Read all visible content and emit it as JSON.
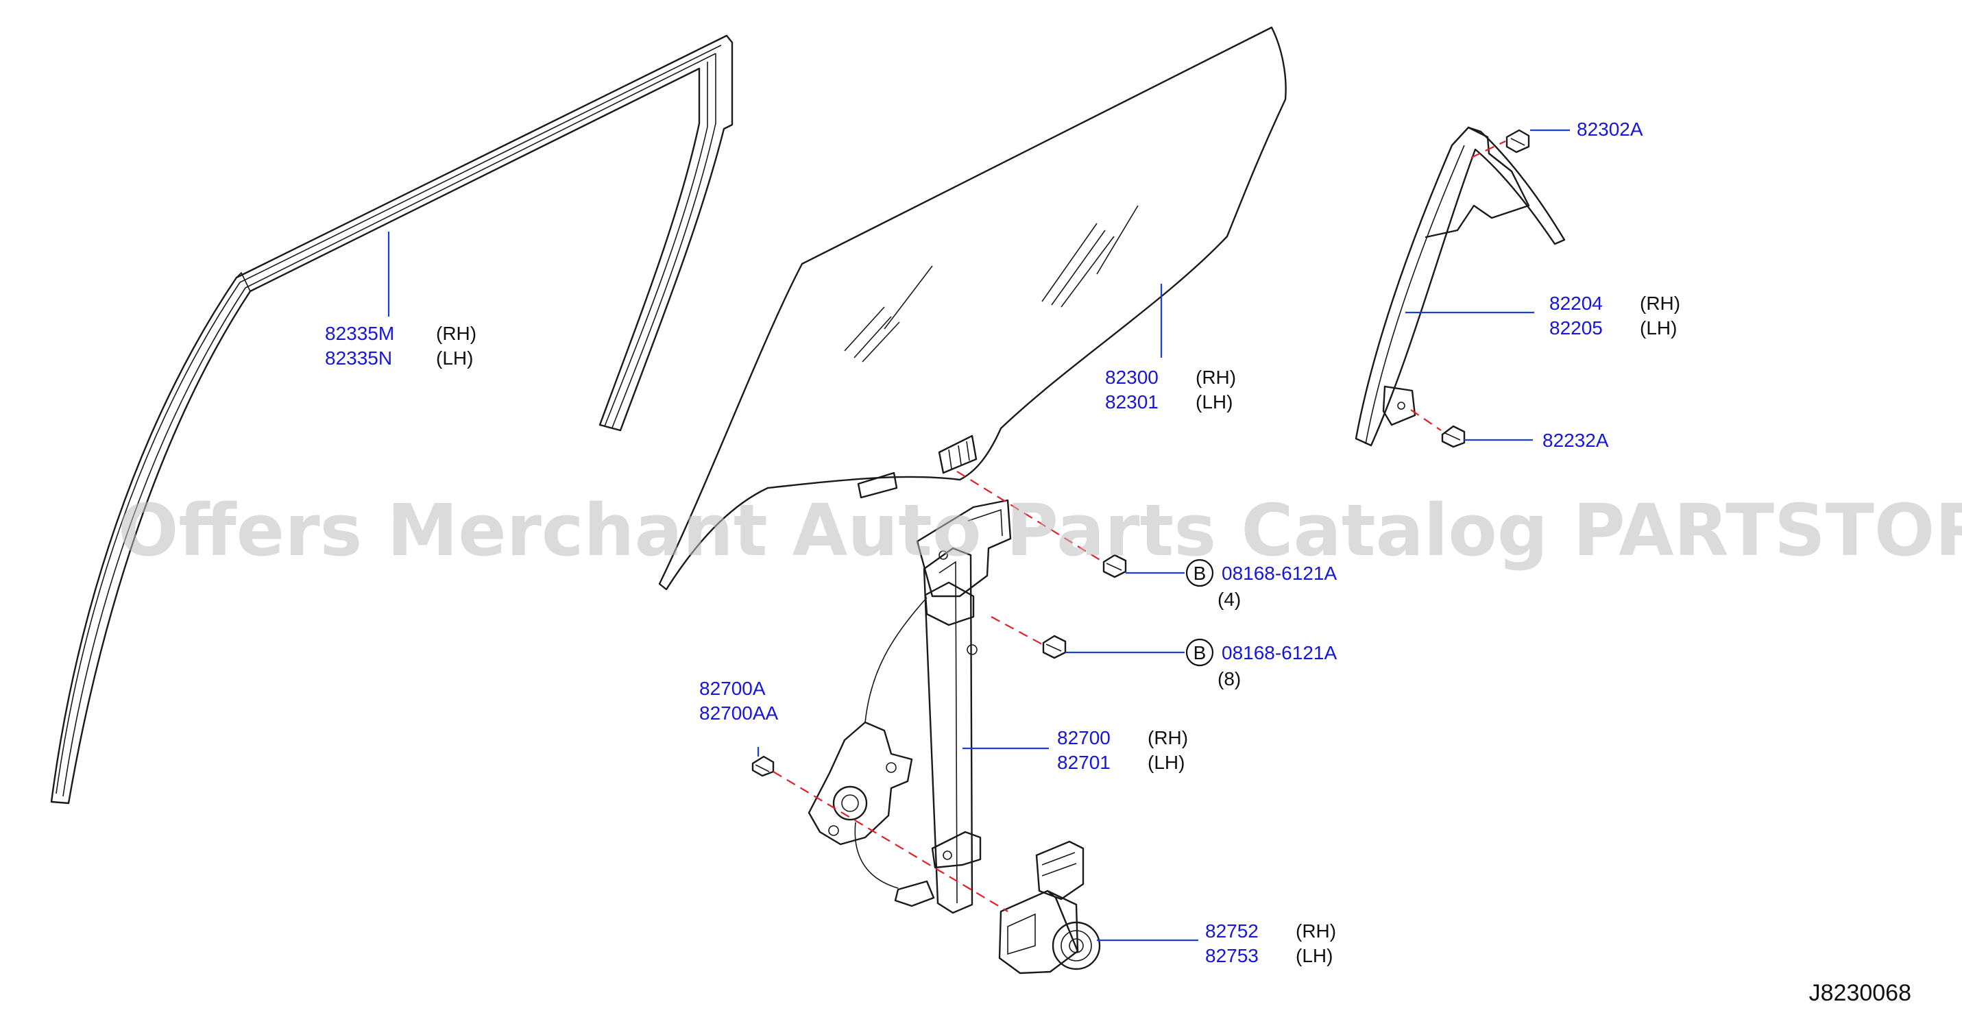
{
  "watermark": "Offers Merchant Auto Parts Catalog PARTSTORE.SA",
  "diagram_id": "J8230068",
  "callouts": [
    {
      "id": "c1",
      "part_numbers": [
        "82335M",
        "82335N"
      ],
      "sides": [
        "(RH)",
        "(LH)"
      ]
    },
    {
      "id": "c2",
      "part_numbers": [
        "82300",
        "82301"
      ],
      "sides": [
        "(RH)",
        "(LH)"
      ]
    },
    {
      "id": "c3",
      "part_numbers": [
        "82302A"
      ],
      "sides": []
    },
    {
      "id": "c4",
      "part_numbers": [
        "82204",
        "82205"
      ],
      "sides": [
        "(RH)",
        "(LH)"
      ]
    },
    {
      "id": "c5",
      "part_numbers": [
        "82232A"
      ],
      "sides": []
    },
    {
      "id": "c6",
      "part_numbers": [
        "08168-6121A"
      ],
      "sides": [],
      "marker": "B",
      "quantity": "(4)"
    },
    {
      "id": "c7",
      "part_numbers": [
        "08168-6121A"
      ],
      "sides": [],
      "marker": "B",
      "quantity": "(8)"
    },
    {
      "id": "c8",
      "part_numbers": [
        "82700A",
        "82700AA"
      ],
      "sides": []
    },
    {
      "id": "c9",
      "part_numbers": [
        "82700",
        "82701"
      ],
      "sides": [
        "(RH)",
        "(LH)"
      ]
    },
    {
      "id": "c10",
      "part_numbers": [
        "82752",
        "82753"
      ],
      "sides": [
        "(RH)",
        "(LH)"
      ]
    }
  ],
  "colors": {
    "part_number": "#1616d8",
    "leader": "#1a3fd6",
    "alignment_dash": "#e0202a",
    "linework": "#1a1a1a"
  }
}
